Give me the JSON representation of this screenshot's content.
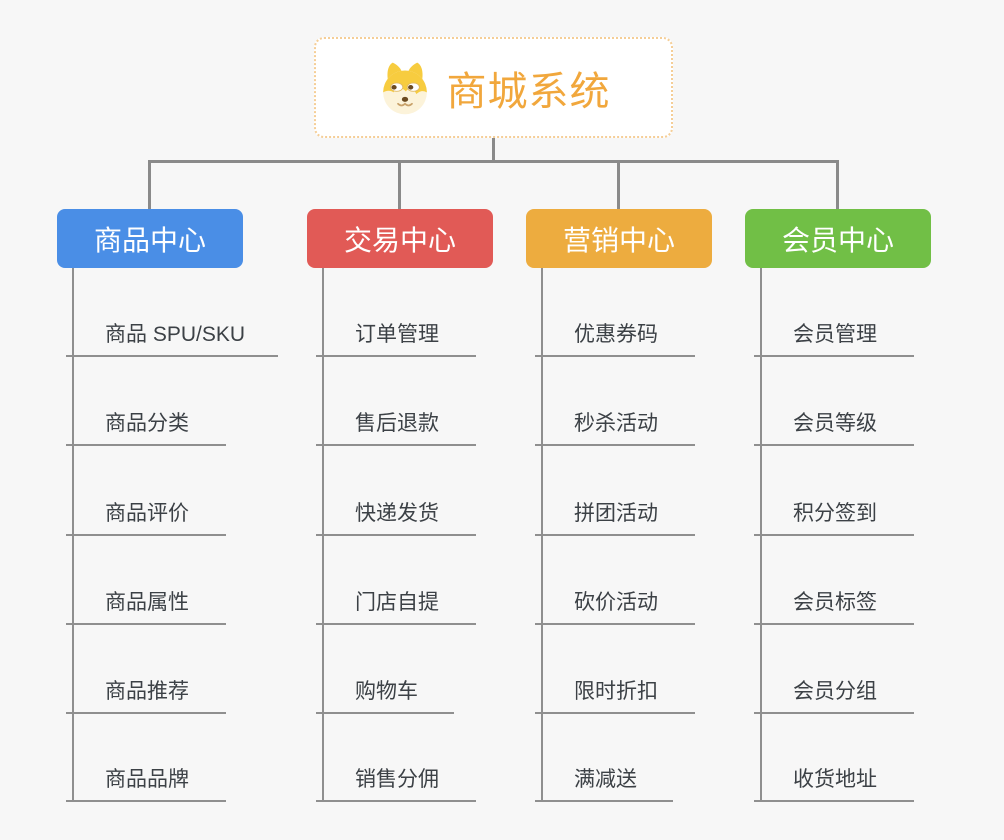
{
  "root": {
    "title": "商城系统",
    "icon": "dog-face-icon",
    "title_color": "#F1A73C",
    "box_border_color": "#F5CE97",
    "box_background": "#FFFFFF"
  },
  "branches": [
    {
      "label": "商品中心",
      "color": "#4A8EE6",
      "children": [
        "商品 SPU/SKU",
        "商品分类",
        "商品评价",
        "商品属性",
        "商品推荐",
        "商品品牌"
      ]
    },
    {
      "label": "交易中心",
      "color": "#E15A56",
      "children": [
        "订单管理",
        "售后退款",
        "快递发货",
        "门店自提",
        "购物车",
        "销售分佣"
      ]
    },
    {
      "label": "营销中心",
      "color": "#EDAC3F",
      "children": [
        "优惠券码",
        "秒杀活动",
        "拼团活动",
        "砍价活动",
        "限时折扣",
        "满减送"
      ]
    },
    {
      "label": "会员中心",
      "color": "#71BF46",
      "children": [
        "会员管理",
        "会员等级",
        "积分签到",
        "会员标签",
        "会员分组",
        "收货地址"
      ]
    }
  ],
  "colors": {
    "background": "#F7F7F7",
    "connector": "#8A8A8A",
    "leaf_line": "#8F8F8F",
    "leaf_text": "#3C4146",
    "branch_text": "#FFFFFF"
  }
}
